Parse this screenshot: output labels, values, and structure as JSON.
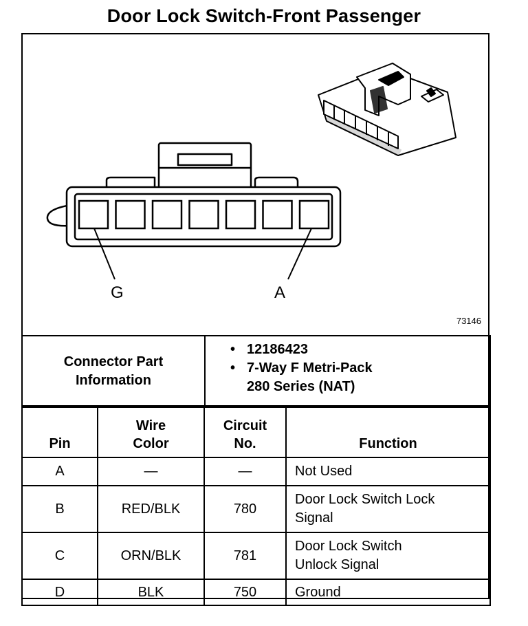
{
  "title": "Door Lock Switch-Front Passenger",
  "figure_number": "73146",
  "pin_labels": {
    "left": "G",
    "right": "A"
  },
  "connector_info": {
    "label_line1": "Connector Part",
    "label_line2": "Information",
    "part_number": "12186423",
    "description_line1": "7-Way F Metri-Pack",
    "description_line2": "280 Series (NAT)"
  },
  "table": {
    "headers": {
      "pin": "Pin",
      "wire_color_line1": "Wire",
      "wire_color_line2": "Color",
      "circuit_line1": "Circuit",
      "circuit_line2": "No.",
      "function": "Function"
    },
    "rows": [
      {
        "pin": "A",
        "wire_color": "—",
        "circuit": "—",
        "function_line1": "Not Used",
        "function_line2": ""
      },
      {
        "pin": "B",
        "wire_color": "RED/BLK",
        "circuit": "780",
        "function_line1": "Door Lock Switch Lock",
        "function_line2": "Signal"
      },
      {
        "pin": "C",
        "wire_color": "ORN/BLK",
        "circuit": "781",
        "function_line1": "Door Lock Switch",
        "function_line2": "Unlock Signal"
      },
      {
        "pin": "D",
        "wire_color": "BLK",
        "circuit": "750",
        "function_line1": "Ground",
        "function_line2": ""
      }
    ]
  }
}
